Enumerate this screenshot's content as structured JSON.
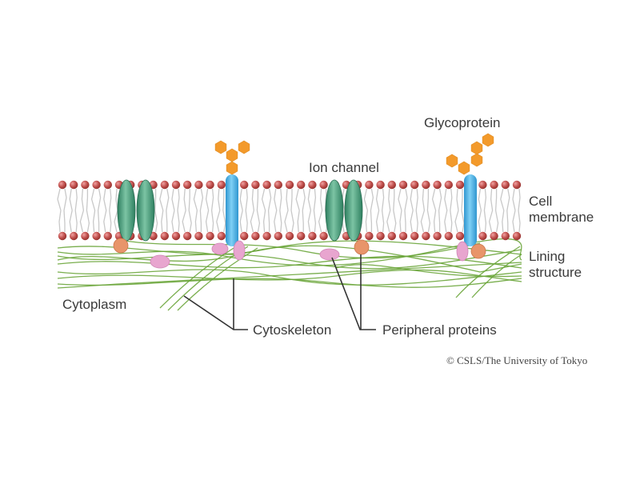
{
  "labels": {
    "glycoprotein": "Glycoprotein",
    "ion_channel": "Ion channel",
    "cell_membrane_line1": "Cell",
    "cell_membrane_line2": "membrane",
    "lining_line1": "Lining",
    "lining_line2": "structure",
    "cytoplasm": "Cytoplasm",
    "cytoskeleton": "Cytoskeleton",
    "peripheral_proteins": "Peripheral proteins"
  },
  "copyright": "© CSLS/The University of Tokyo",
  "colors": {
    "lipid_head": "#c0504d",
    "lipid_tail": "#c8c8c8",
    "channel": "#3f9a78",
    "glycoprotein_stem": "#4aaee0",
    "sugar": "#f39a2b",
    "peripheral_orange": "#e8956a",
    "peripheral_pink": "#e8a5cf",
    "cytoskeleton": "#6aa53a",
    "leader_line": "#333333"
  }
}
